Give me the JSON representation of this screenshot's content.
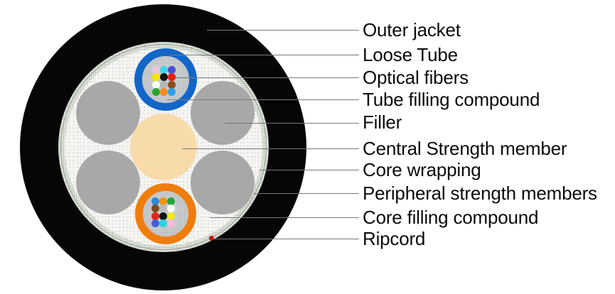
{
  "diagram": {
    "subject": "fiber optic cable cross-section",
    "labels": [
      {
        "id": "outer-jacket",
        "label": "Outer jacket"
      },
      {
        "id": "loose-tube",
        "label": "Loose Tube"
      },
      {
        "id": "optical-fibers",
        "label": "Optical fibers"
      },
      {
        "id": "tube-filling-compound",
        "label": "Tube filling compound"
      },
      {
        "id": "filler",
        "label": "Filler"
      },
      {
        "id": "central-strength-member",
        "label": "Central Strength member"
      },
      {
        "id": "core-wrapping",
        "label": "Core wrapping"
      },
      {
        "id": "peripheral-strength-members",
        "label": "Peripheral strength members"
      },
      {
        "id": "core-filling-compound",
        "label": "Core filling compound"
      },
      {
        "id": "ripcord",
        "label": "Ripcord"
      }
    ],
    "colors": {
      "outer_jacket": "#060606",
      "loose_tube_top": "#1166c8",
      "loose_tube_bottom": "#ee7d0c",
      "central_strength_member": "#f8dbaa",
      "strength_member_gray": "#a8a8a8",
      "core_wrapping": "#e4e8e0",
      "core_filling": "#f6f6f4",
      "tube_filling": "#c9cdd0",
      "ripcord": "#c41010",
      "leader_line": "#7a7a7a",
      "label_text": "#0b0b0b"
    },
    "fibers": {
      "top_tube": [
        "#efc5db",
        "#3ed8e6",
        "#4a4fd8",
        "#f5e606",
        "#141414",
        "#ea2111",
        "#fcfcfc",
        "#b5b8ba",
        "#8c4d1c",
        "#27a52f",
        "#f68a1e",
        "#2e9ee3"
      ],
      "bottom_tube": [
        "#2f88d8",
        "#f0930f",
        "#1fa63c",
        "#7b4a20",
        "#bbbbbb",
        "#fdfdfd",
        "#e42519",
        "#131313",
        "#f1e81f",
        "#3e62d4",
        "#2ed2dc",
        "#f2bdd8"
      ]
    }
  }
}
